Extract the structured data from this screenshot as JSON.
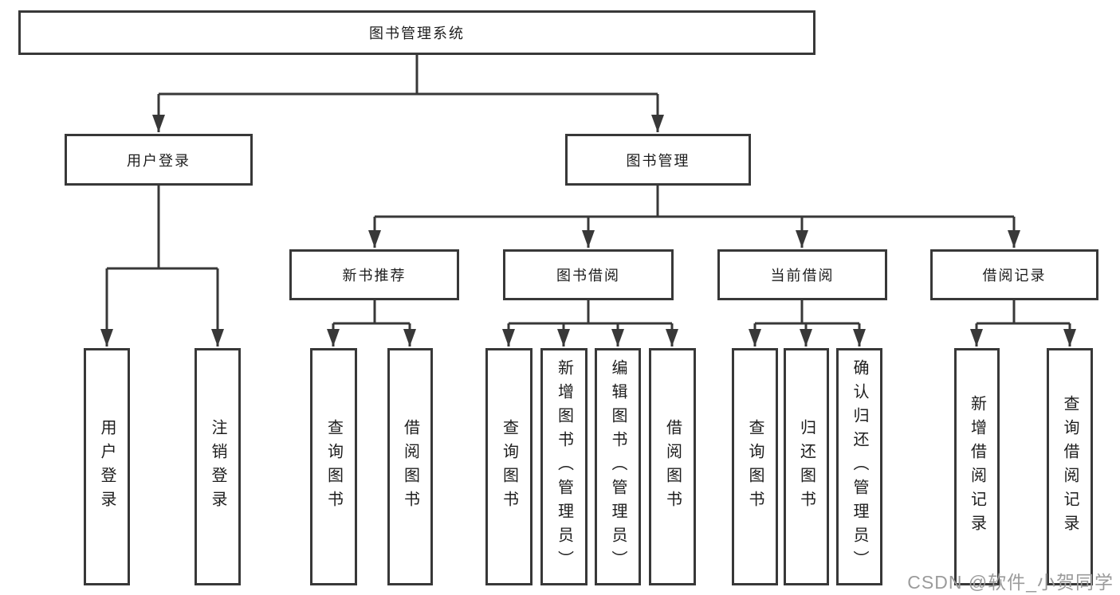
{
  "diagram": {
    "type": "tree",
    "root": {
      "label": "图书管理系统",
      "children": [
        {
          "label": "用户登录",
          "children": [
            {
              "label": "用户登录"
            },
            {
              "label": "注销登录"
            }
          ]
        },
        {
          "label": "图书管理",
          "children": [
            {
              "label": "新书推荐",
              "children": [
                {
                  "label": "查询图书"
                },
                {
                  "label": "借阅图书"
                }
              ]
            },
            {
              "label": "图书借阅",
              "children": [
                {
                  "label": "查询图书"
                },
                {
                  "label": "新增图书（管理员）"
                },
                {
                  "label": "编辑图书（管理员）"
                },
                {
                  "label": "借阅图书"
                }
              ]
            },
            {
              "label": "当前借阅",
              "children": [
                {
                  "label": "查询图书"
                },
                {
                  "label": "归还图书"
                },
                {
                  "label": "确认归还（管理员）"
                }
              ]
            },
            {
              "label": "借阅记录",
              "children": [
                {
                  "label": "新增借阅记录"
                },
                {
                  "label": "查询借阅记录"
                }
              ]
            }
          ]
        }
      ]
    },
    "watermark": "CSDN @软件_小贺同学",
    "colors": {
      "line": "#383838",
      "box_border": "#383838",
      "text": "#1d1d1d",
      "watermark": "#9b9b9b",
      "background": "#ffffff"
    }
  }
}
